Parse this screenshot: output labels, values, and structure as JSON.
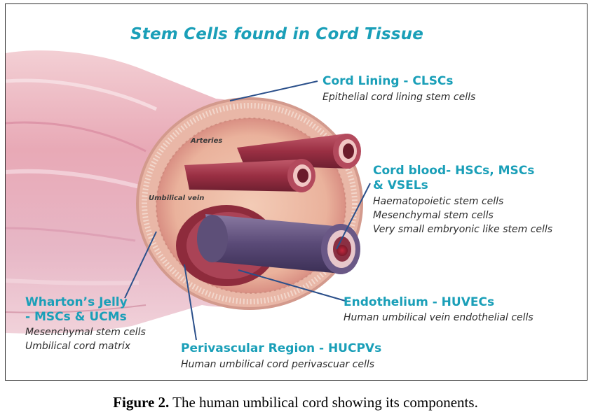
{
  "title": "Stem Cells found in Cord Tissue",
  "labels": {
    "cord_lining": {
      "heading": "Cord Lining - CLSCs",
      "lines": [
        "Epithelial cord lining stem cells"
      ]
    },
    "cord_blood": {
      "heading_line1": "Cord blood- HSCs, MSCs",
      "heading_line2": "& VSELs",
      "lines": [
        "Haematopoietic stem cells",
        "Mesenchymal stem cells",
        "Very small embryonic like stem cells"
      ]
    },
    "whartons_jelly": {
      "heading_line1": "Wharton’s Jelly",
      "heading_line2": "- MSCs & UCMs",
      "lines": [
        "Mesenchymal stem cells",
        "Umbilical cord matrix"
      ]
    },
    "endothelium": {
      "heading": "Endothelium - HUVECs",
      "lines": [
        "Human umbilical vein endothelial cells"
      ]
    },
    "perivascular": {
      "heading": "Perivascular Region - HUCPVs",
      "lines": [
        "Human umbilical cord perivascuar cells"
      ]
    }
  },
  "inner_labels": {
    "arteries": "Arteries",
    "umbilical_vein": "Umbilical vein"
  },
  "caption": {
    "prefix": "Figure 2.",
    "text": " The human umbilical cord showing its components."
  },
  "colors": {
    "accent": "#1a9fb8",
    "leader_line": "#2a4f8a",
    "tissue": "#e9b9a6",
    "artery": "#9e3446",
    "vein": "#5d4f78"
  }
}
